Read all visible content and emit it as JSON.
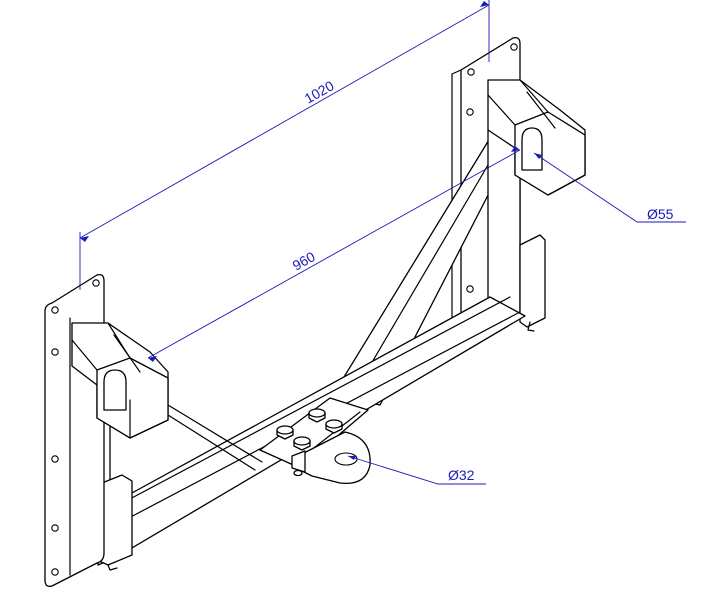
{
  "dimensions": {
    "overall_width": "1020",
    "hook_span": "960",
    "hook_diameter": "Ø55",
    "towing_eye_diameter": "Ø32"
  },
  "colors": {
    "dimension_line": "#1a1ab8",
    "outline": "#000000",
    "background": "#ffffff"
  }
}
